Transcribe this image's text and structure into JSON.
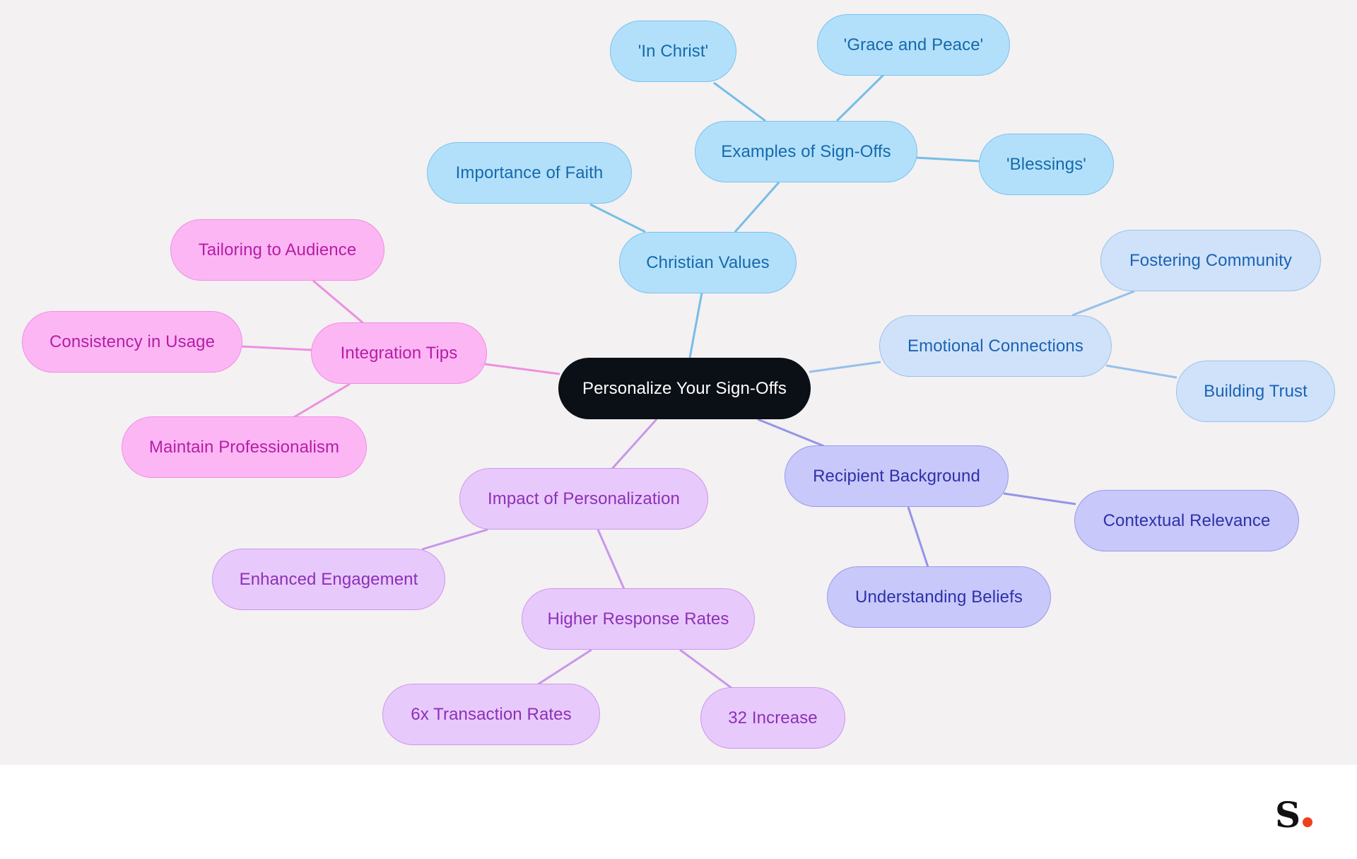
{
  "root": {
    "label": "Personalize Your Sign-Offs"
  },
  "branches": {
    "christian_values": {
      "label": "Christian Values",
      "importance_of_faith": "Importance of Faith",
      "examples": {
        "label": "Examples of Sign-Offs",
        "in_christ": "'In Christ'",
        "grace_and_peace": "'Grace and Peace'",
        "blessings": "'Blessings'"
      }
    },
    "emotional_connections": {
      "label": "Emotional Connections",
      "fostering_community": "Fostering Community",
      "building_trust": "Building Trust"
    },
    "recipient_background": {
      "label": "Recipient Background",
      "contextual_relevance": "Contextual Relevance",
      "understanding_beliefs": "Understanding Beliefs"
    },
    "impact_of_personalization": {
      "label": "Impact of Personalization",
      "enhanced_engagement": "Enhanced Engagement",
      "higher_response_rates": {
        "label": "Higher Response Rates",
        "transaction_rates": "6x Transaction Rates",
        "increase": "32 Increase"
      }
    },
    "integration_tips": {
      "label": "Integration Tips",
      "tailoring": "Tailoring to Audience",
      "consistency": "Consistency in Usage",
      "professionalism": "Maintain Professionalism"
    }
  },
  "colors": {
    "canvas_background": "#f3f1f1",
    "root": "#0b0f16",
    "christian_values": "#b2e0fb",
    "christian_values_line": "#76bde9",
    "emotional_connections": "#cfe2fa",
    "emotional_connections_line": "#95bfee",
    "recipient_background": "#c8c8fb",
    "recipient_background_line": "#9494e8",
    "impact_of_personalization": "#e8c9fb",
    "impact_of_personalization_line": "#c996ec",
    "integration_tips": "#fdb6f4",
    "integration_tips_line": "#ee8fe2",
    "brand_dot": "#f0401b"
  },
  "footer": {
    "logo": {
      "letter": "S",
      "icon": "brand-dot"
    }
  }
}
